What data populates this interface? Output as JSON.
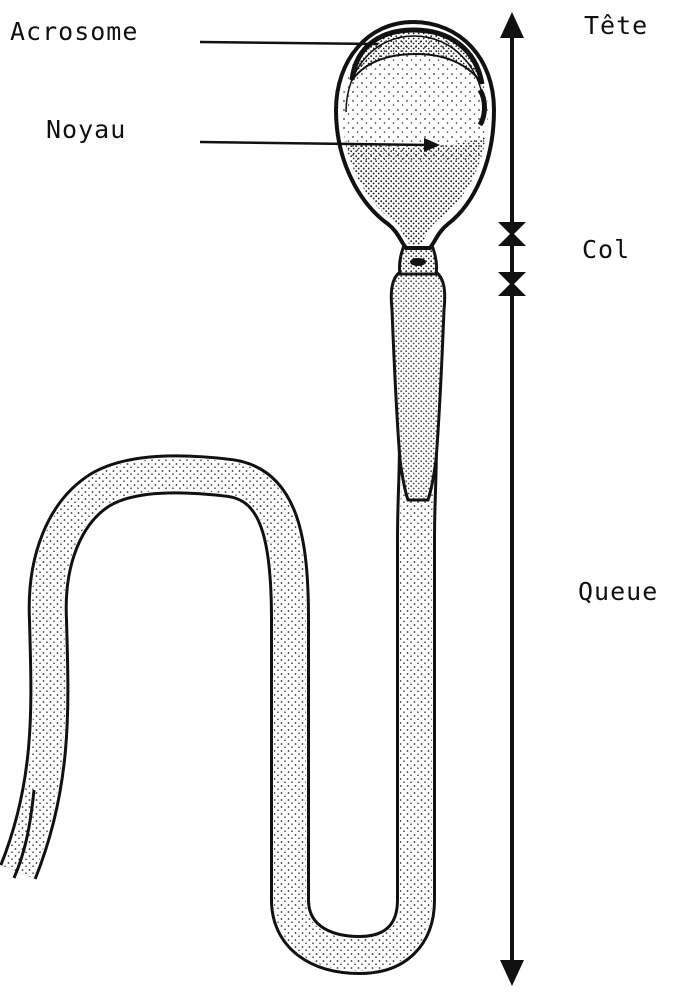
{
  "labels": {
    "acrosome": "Acrosome",
    "noyau": "Noyau",
    "tete": "Tête",
    "col": "Col",
    "queue": "Queue"
  },
  "colors": {
    "ink": "#111111",
    "stipple": "#333333",
    "background": "#ffffff"
  }
}
